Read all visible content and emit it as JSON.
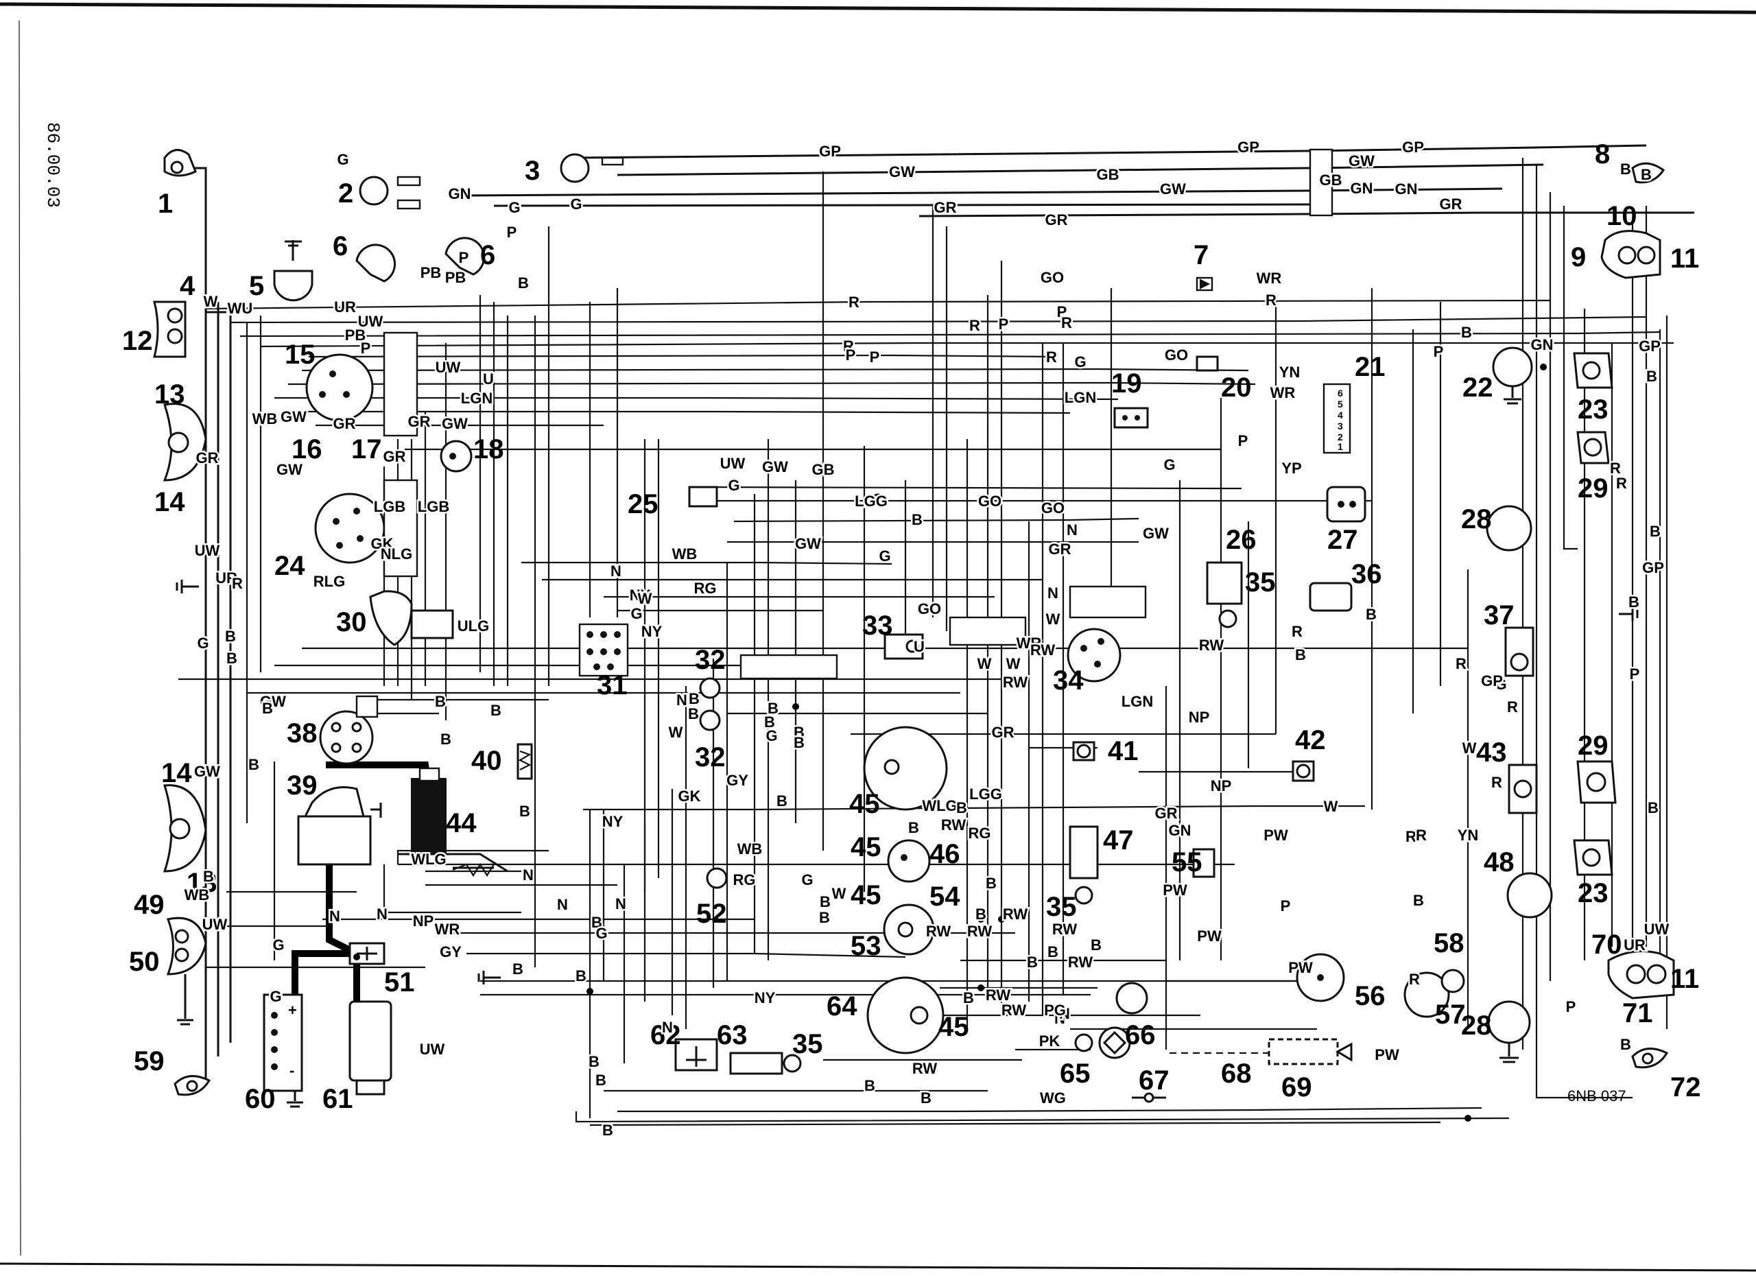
{
  "sheet": {
    "margin_code": "86.00.03",
    "drawing_ref": "6NB 037"
  },
  "components": [
    "1",
    "2",
    "3",
    "4",
    "5",
    "6",
    "6",
    "7",
    "8",
    "9",
    "10",
    "11",
    "12",
    "13",
    "14",
    "15",
    "16",
    "17",
    "18",
    "19",
    "20",
    "21",
    "22",
    "23",
    "24",
    "25",
    "26",
    "27",
    "28",
    "29",
    "30",
    "31",
    "32",
    "32",
    "33",
    "34",
    "35",
    "35",
    "35",
    "36",
    "37",
    "38",
    "39",
    "40",
    "41",
    "42",
    "43",
    "44",
    "45",
    "45",
    "45",
    "45",
    "46",
    "47",
    "48",
    "49",
    "50",
    "51",
    "52",
    "53",
    "54",
    "55",
    "56",
    "57",
    "58",
    "59",
    "60",
    "61",
    "62",
    "63",
    "64",
    "65",
    "66",
    "67",
    "68",
    "69",
    "70",
    "71",
    "72",
    "14",
    "13",
    "23",
    "29",
    "28",
    "11"
  ],
  "wire_codes": [
    "G",
    "G",
    "GN",
    "G",
    "G",
    "GP",
    "GW",
    "GP",
    "GW",
    "GB",
    "GP",
    "GN",
    "GW",
    "GB",
    "GN",
    "GR",
    "GR",
    "GR",
    "B",
    "B",
    "P",
    "PB",
    "P",
    "PB",
    "UR",
    "UW",
    "PB",
    "P",
    "UW",
    "U",
    "LGN",
    "GW",
    "GR",
    "GW",
    "GR",
    "GR",
    "GW",
    "LGB",
    "LGB",
    "GK",
    "NLG",
    "RLG",
    "ULG",
    "B",
    "R",
    "R",
    "R",
    "P",
    "P",
    "P",
    "P",
    "R",
    "R",
    "R",
    "GO",
    "WR",
    "GO",
    "G",
    "LGN",
    "G",
    "YN",
    "WR",
    "YP",
    "P",
    "B",
    "P",
    "GN",
    "B",
    "R",
    "R",
    "GP",
    "GP",
    "B",
    "B",
    "UW",
    "GW",
    "GB",
    "G",
    "G",
    "LGG",
    "B",
    "GO",
    "GO",
    "N",
    "GR",
    "GW",
    "WB",
    "GW",
    "G",
    "RG",
    "N",
    "NY",
    "W",
    "G",
    "NY",
    "W",
    "GO",
    "U",
    "W",
    "WR",
    "N",
    "W",
    "W",
    "RW",
    "RW",
    "LGN",
    "RW",
    "NP",
    "NP",
    "W",
    "WLG",
    "NY",
    "WLG",
    "N",
    "N",
    "N",
    "N",
    "NP",
    "WR",
    "B",
    "N",
    "GY",
    "UW",
    "GK",
    "GY",
    "WB",
    "RG",
    "NY",
    "G",
    "B",
    "B",
    "B",
    "B",
    "GR",
    "LGG",
    "RW",
    "RG",
    "B",
    "RW",
    "RW",
    "B",
    "RW",
    "RW",
    "RW",
    "B",
    "RW",
    "RW",
    "N",
    "N",
    "B",
    "B",
    "PG",
    "PK",
    "RW",
    "B",
    "B",
    "WG",
    "B",
    "PW",
    "PW",
    "P",
    "PW",
    "PW",
    "PW",
    "GN",
    "GR",
    "R",
    "R",
    "G",
    "GP",
    "R",
    "R",
    "YN",
    "B",
    "P",
    "B",
    "P",
    "UR",
    "UW",
    "B",
    "R",
    "B",
    "R",
    "B",
    "R",
    "W",
    "WU",
    "WB",
    "W",
    "GR",
    "UW",
    "UR",
    "B",
    "R",
    "B",
    "G",
    "B",
    "B",
    "B",
    "B",
    "GW",
    "B",
    "B",
    "GW",
    "B",
    "UW",
    "WB",
    "G",
    "G",
    "B",
    "B",
    "G",
    "B",
    "B",
    "B",
    "N",
    "N",
    "B",
    "B",
    "B",
    "B",
    "B",
    "B",
    "G",
    "B",
    "W"
  ],
  "terminal_marks": [
    "6",
    "5",
    "4",
    "3",
    "2",
    "1",
    "+",
    "-"
  ]
}
